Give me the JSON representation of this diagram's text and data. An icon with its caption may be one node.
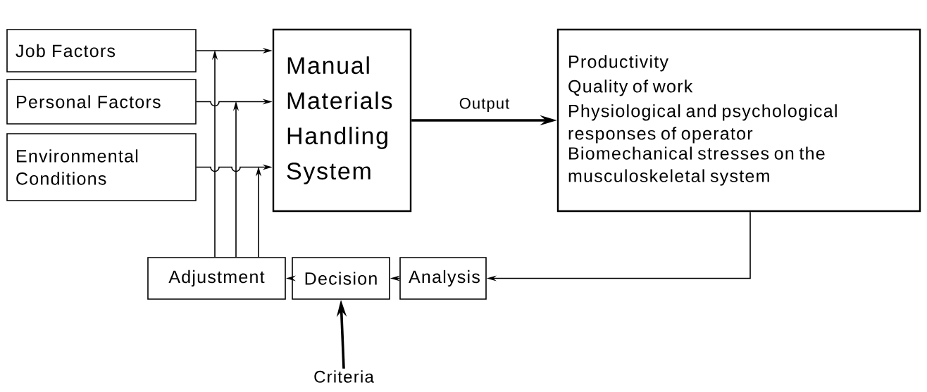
{
  "diagram": {
    "nodes": [
      {
        "text": [
          "Job Factors"
        ]
      },
      {
        "text": [
          "Personal Factors"
        ]
      },
      {
        "text": [
          "Environmental Conditions"
        ]
      },
      {
        "text": [
          "Manual Materials Handling System"
        ]
      },
      {
        "text": [
          "Productivity",
          "Quality of work",
          "Physiological and psychological responses of operator",
          "Biomechanical stresses on the musculoskeletal system"
        ]
      },
      {
        "text": [
          "Adjustment"
        ]
      },
      {
        "text": [
          "Decision"
        ]
      },
      {
        "text": [
          "Analysis"
        ]
      },
      {
        "text": [
          "Criteria"
        ]
      }
    ],
    "edges": [
      {
        "from": 0,
        "to": 3,
        "arrow": "to"
      },
      {
        "from": 1,
        "to": 3,
        "arrow": "to"
      },
      {
        "from": 2,
        "to": 3,
        "arrow": "to"
      },
      {
        "from": 3,
        "to": 4,
        "arrow": "to",
        "label": "Output",
        "style": "thick"
      },
      {
        "from": 4,
        "to": 7,
        "arrow": "to"
      },
      {
        "from": 7,
        "to": 6,
        "arrow": "to"
      },
      {
        "from": 6,
        "to": 5,
        "arrow": "to"
      },
      {
        "from": 8,
        "to": 6,
        "arrow": "to",
        "style": "thick"
      },
      {
        "from": 5,
        "to": null,
        "arrow": "to"
      },
      {
        "from": 5,
        "to": null,
        "arrow": "to"
      },
      {
        "from": 5,
        "to": null,
        "arrow": "to"
      }
    ]
  }
}
